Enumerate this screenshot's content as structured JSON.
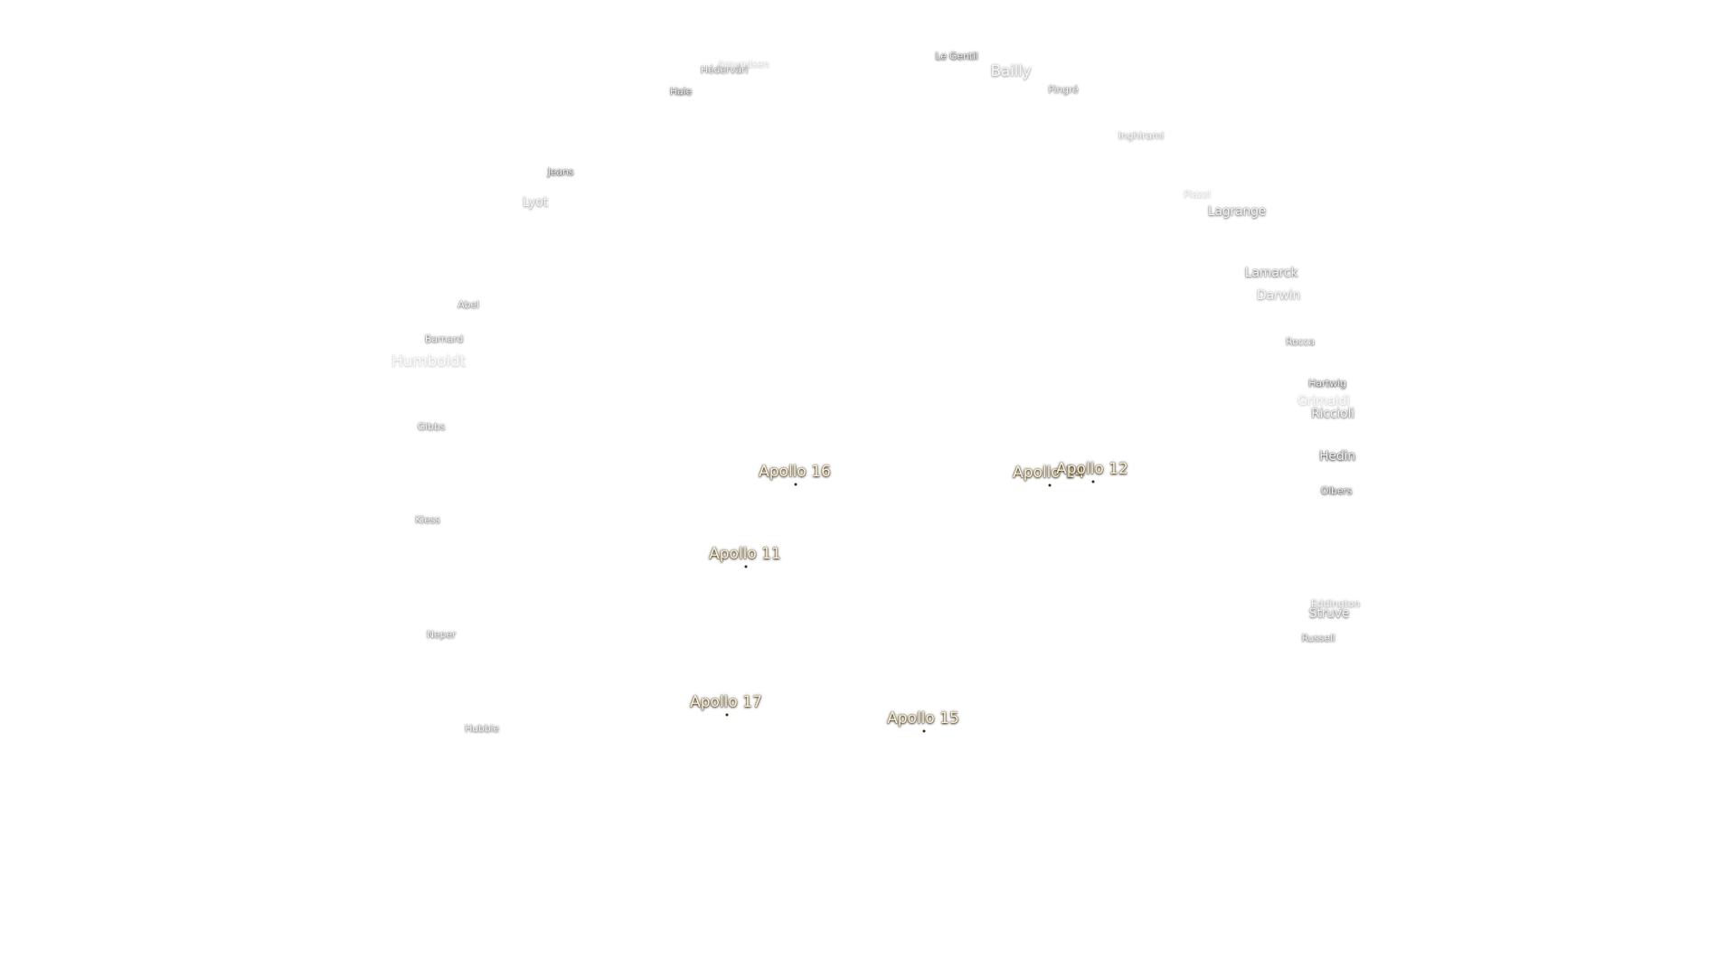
{
  "landing_sites": [
    {
      "id": "apollo-16",
      "label": "Apollo 16"
    },
    {
      "id": "apollo-14",
      "label": "Apollo 14"
    },
    {
      "id": "apollo-12",
      "label": "Apollo 12"
    },
    {
      "id": "apollo-11",
      "label": "Apollo 11"
    },
    {
      "id": "apollo-17",
      "label": "Apollo 17"
    },
    {
      "id": "apollo-15",
      "label": "Apollo 15"
    }
  ],
  "craters": [
    {
      "id": "le-gentil",
      "label": "Le Gentil"
    },
    {
      "id": "bailly",
      "label": "Bailly"
    },
    {
      "id": "pingre",
      "label": "Pingré"
    },
    {
      "id": "hedervari",
      "label": "Hédervári"
    },
    {
      "id": "amundsen",
      "label": "Amundsen"
    },
    {
      "id": "hale",
      "label": "Hale"
    },
    {
      "id": "inghirami",
      "label": "Inghirami"
    },
    {
      "id": "jeans",
      "label": "Jeans"
    },
    {
      "id": "lyot",
      "label": "Lyot"
    },
    {
      "id": "piazzi",
      "label": "Piazzi"
    },
    {
      "id": "lagrange",
      "label": "Lagrange"
    },
    {
      "id": "lamarck",
      "label": "Lamarck"
    },
    {
      "id": "darwin",
      "label": "Darwin"
    },
    {
      "id": "abel",
      "label": "Abel"
    },
    {
      "id": "barnard",
      "label": "Barnard"
    },
    {
      "id": "humboldt",
      "label": "Humboldt"
    },
    {
      "id": "rocca",
      "label": "Rocca"
    },
    {
      "id": "hartwig",
      "label": "Hartwig"
    },
    {
      "id": "grimaldi",
      "label": "Grimaldi"
    },
    {
      "id": "riccioli",
      "label": "Riccioli"
    },
    {
      "id": "gibbs",
      "label": "Gibbs"
    },
    {
      "id": "hedin",
      "label": "Hedin"
    },
    {
      "id": "olbers",
      "label": "Olbers"
    },
    {
      "id": "kiess",
      "label": "Kiess"
    },
    {
      "id": "eddington",
      "label": "Eddington"
    },
    {
      "id": "struve",
      "label": "Struve"
    },
    {
      "id": "russell",
      "label": "Russell"
    },
    {
      "id": "neper",
      "label": "Neper"
    },
    {
      "id": "hubble",
      "label": "Hubble"
    }
  ]
}
